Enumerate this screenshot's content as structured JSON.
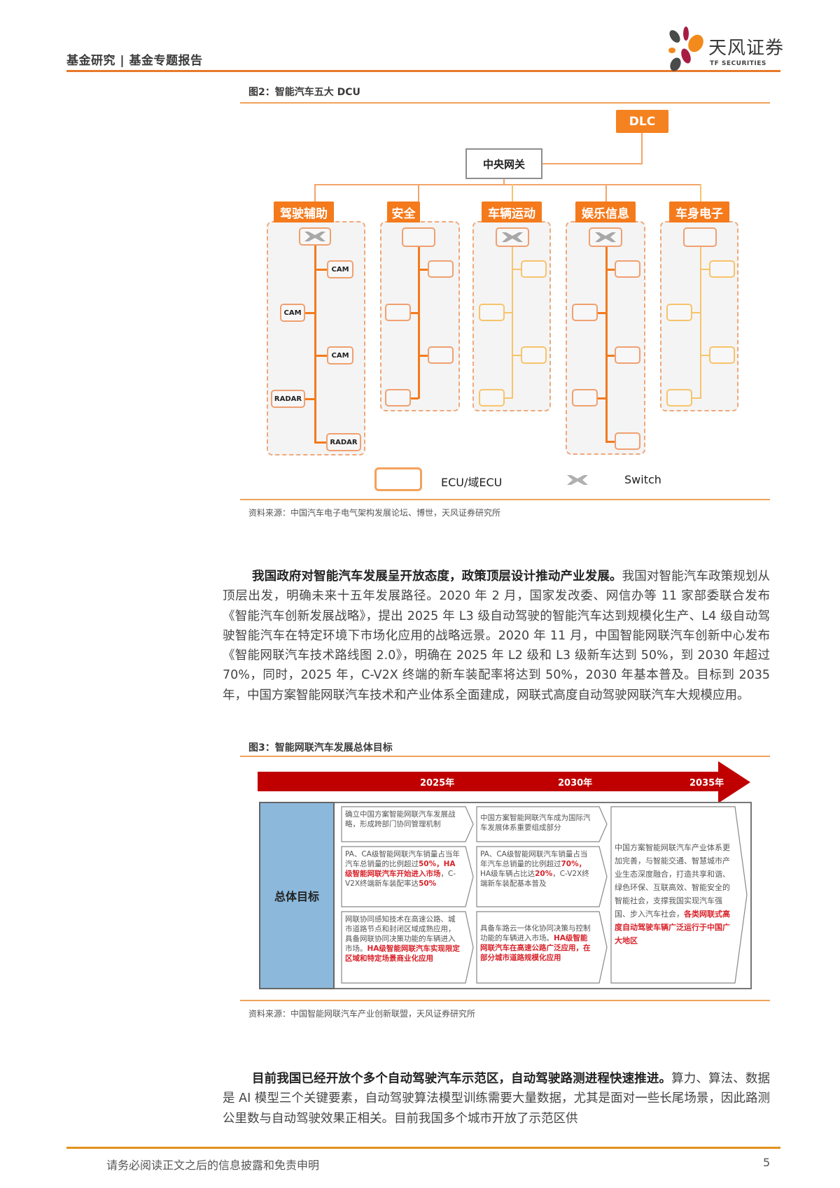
{
  "header": {
    "title": "基金研究 | 基金专题报告",
    "logo_cn": "天风证券",
    "logo_en": "TF SECURITIES"
  },
  "figure2": {
    "title": "图2：智能汽车五大 DCU",
    "dlc_label": "DLC",
    "gateway_label": "中央网关",
    "domains": [
      {
        "label": "驾驶辅助",
        "has_switch": true,
        "nodes": [
          "CAM",
          "CAM",
          "CAM",
          "RADAR",
          "RADAR"
        ]
      },
      {
        "label": "安全",
        "has_switch": false,
        "nodes": [
          "",
          "",
          "",
          ""
        ]
      },
      {
        "label": "车辆运动",
        "has_switch": true,
        "nodes": [
          "",
          "",
          "",
          ""
        ]
      },
      {
        "label": "娱乐信息",
        "has_switch": true,
        "nodes": [
          "",
          "",
          "",
          "",
          ""
        ]
      },
      {
        "label": "车身电子",
        "has_switch": false,
        "nodes": [
          "",
          "",
          "",
          ""
        ]
      }
    ],
    "legend": {
      "ecu_label": "ECU/域ECU",
      "switch_label": "Switch"
    },
    "source": "资料来源：中国汽车电子电气架构发展论坛、博世，天风证券研究所"
  },
  "paragraph1": {
    "bold": "我国政府对智能汽车发展呈开放态度，政策顶层设计推动产业发展。",
    "text": "我国对智能汽车政策规划从顶层出发，明确未来十五年发展路径。2020 年 2 月，国家发改委、网信办等 11 家部委联合发布《智能汽车创新发展战略》，提出 2025 年 L3 级自动驾驶的智能汽车达到规模化生产、L4 级自动驾驶智能汽车在特定环境下市场化应用的战略远景。2020 年 11 月，中国智能网联汽车创新中心发布《智能网联汽车技术路线图 2.0》，明确在 2025 年 L2 级和 L3 级新车达到 50%，到 2030 年超过 70%，同时，2025 年，C-V2X 终端的新车装配率将达到 50%，2030 年基本普及。目标到 2035 年，中国方案智能网联汽车技术和产业体系全面建成，网联式高度自动驾驶网联汽车大规模应用。"
  },
  "figure3": {
    "title": "图3：智能网联汽车发展总体目标",
    "years": [
      "2025年",
      "2030年",
      "2035年"
    ],
    "row_header": "总体目标",
    "col2025": [
      {
        "text": "确立中国方案智能网联汽车发展战略，形成跨部门协同管理机制",
        "red": ""
      },
      {
        "text": "PA、CA级智能网联汽车销量占当年汽车总销量的比例超过",
        "red": "50%，HA级智能网联汽车开始进入市场",
        "text2": "，C-V2X终端新车装配率达",
        "red2": "50%"
      },
      {
        "text": "网联协同感知技术在高速公路、城市道路节点和封闭区域成熟应用，具备网联协同决策功能的车辆进入市场。",
        "red": "HA级智能网联汽车实现限定区域和特定场景商业化应用"
      }
    ],
    "col2030": [
      {
        "text": "中国方案智能网联汽车成为国际汽车发展体系重要组成部分",
        "red": ""
      },
      {
        "text": "PA、CA级智能网联汽车销量占当年汽车总销量的比例超过",
        "red": "70%，",
        "text2": "HA级车辆占比达",
        "red2": "20%",
        "text3": "，C-V2X终端新车装配基本普及"
      },
      {
        "text": "具备车路云一体化协同决策与控制功能的车辆进入市场。",
        "red": "HA级智能网联汽车在高速公路广泛应用，在部分城市道路规模化应用"
      }
    ],
    "col2035": {
      "text": "中国方案智能网联汽车产业体系更加完善，与智能交通、智慧城市产业生态深度融合，打造共享和谐、绿色环保、互联高效、智能安全的智能社会，支撑我国实现汽车强国、步入汽车社会，",
      "red": "各类网联式高度自动驾驶车辆广泛运行于中国广大地区"
    },
    "source": "资料来源：中国智能网联汽车产业创新联盟，天风证券研究所"
  },
  "paragraph2": {
    "bold": "目前我国已经开放个多个自动驾驶汽车示范区，自动驾驶路测进程快速推进。",
    "text": "算力、算法、数据是 AI 模型三个关键要素，自动驾驶算法模型训练需要大量数据，尤其是面对一些长尾场景，因此路测公里数与自动驾驶效果正相关。目前我国多个城市开放了示范区供"
  },
  "footer": {
    "disclaimer": "请务必阅读正文之后的信息披露和免责申明",
    "page_number": "5"
  },
  "colors": {
    "accent_orange": "#f47a1c",
    "header_line": "#e8782a",
    "arrow_red": "#c00000",
    "highlight_red": "#d8232a",
    "row_header_blue": "#8bb8db"
  }
}
